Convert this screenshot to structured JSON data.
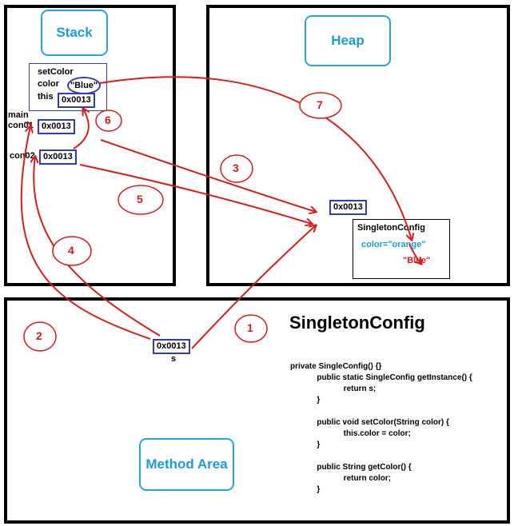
{
  "panels": {
    "stack": "Stack",
    "heap": "Heap",
    "method_area": "Method Area"
  },
  "stack_frames": {
    "setcolor_title": "setColor",
    "color_label": "color",
    "color_value": "\"Blue\"",
    "this_label": "this",
    "this_addr": "0x0013",
    "main_label": "main",
    "con01_label": "con01",
    "con01_addr": "0x0013",
    "con02_label": "con02",
    "con02_addr": "0x0013"
  },
  "heap_object": {
    "addr": "0x0013",
    "class_name": "SingletonConfig",
    "color_field": "color=\"orange\"",
    "new_value": "\"Blue\""
  },
  "method_area": {
    "class_title": "SingletonConfig",
    "static_addr": "0x0013",
    "static_name": "s",
    "code_lines": [
      "private SingleConfig() {}",
      "            public static SingleConfig getInstance() {",
      "                        return s;",
      "            }",
      "",
      "            public void setColor(String color) {",
      "                        this.color = color;",
      "            }",
      "",
      "            public String getColor() {",
      "                        return color;",
      "            }"
    ]
  },
  "steps": [
    "1",
    "2",
    "3",
    "4",
    "5",
    "6",
    "7"
  ],
  "colors": {
    "panel_border": "#000000",
    "label_blue": "#1e9ad6",
    "addr_border": "#2f3ea8",
    "arrow_red": "#d21e1e"
  }
}
